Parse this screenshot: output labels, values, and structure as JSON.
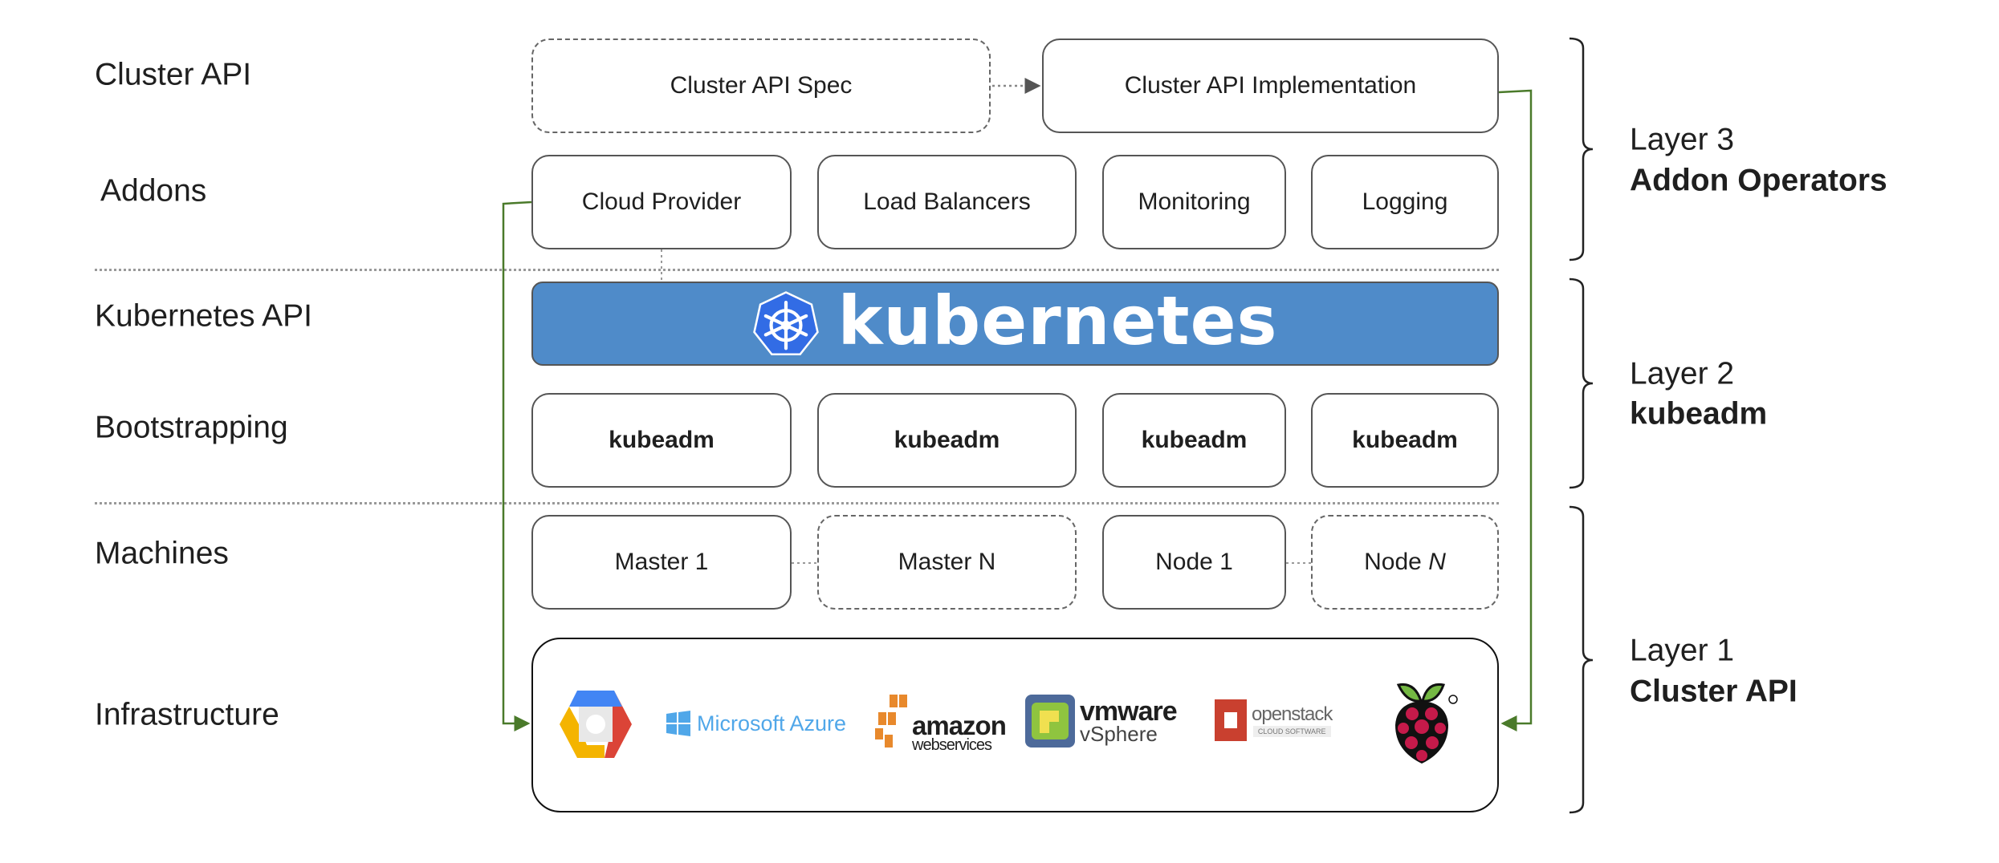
{
  "row_labels": {
    "cluster_api": "Cluster API",
    "addons": "Addons",
    "kubernetes_api": "Kubernetes API",
    "bootstrapping": "Bootstrapping",
    "machines": "Machines",
    "infrastructure": "Infrastructure"
  },
  "cluster_api_row": {
    "spec": "Cluster API Spec",
    "implementation": "Cluster API Implementation"
  },
  "addons_row": [
    "Cloud Provider",
    "Load Balancers",
    "Monitoring",
    "Logging"
  ],
  "kubernetes_bar": {
    "label": "kubernetes",
    "color": "#4f8bc9"
  },
  "bootstrapping_row": [
    "kubeadm",
    "kubeadm",
    "kubeadm",
    "kubeadm"
  ],
  "machines_row": {
    "master1": "Master 1",
    "masterN": "Master N",
    "node1": "Node 1",
    "nodeN_prefix": "Node ",
    "nodeN_var": "N"
  },
  "infrastructure_logos": {
    "gcp": "google-cloud-platform-logo",
    "azure": "Microsoft Azure",
    "aws_1": "amazon",
    "aws_2": "webservices",
    "vmware_1": "vmware",
    "vmware_2": "vSphere",
    "openstack_1": "openstack",
    "openstack_2": "CLOUD SOFTWARE",
    "raspberry": "raspberry-pi-logo"
  },
  "layers": [
    {
      "name": "Layer 3",
      "title": "Addon Operators"
    },
    {
      "name": "Layer 2",
      "title": "kubeadm"
    },
    {
      "name": "Layer 1",
      "title": "Cluster API"
    }
  ],
  "colors": {
    "connector": "#4a7a2a",
    "kubernetes": "#4f8bc9",
    "k8s_logo": "#326ce5"
  }
}
